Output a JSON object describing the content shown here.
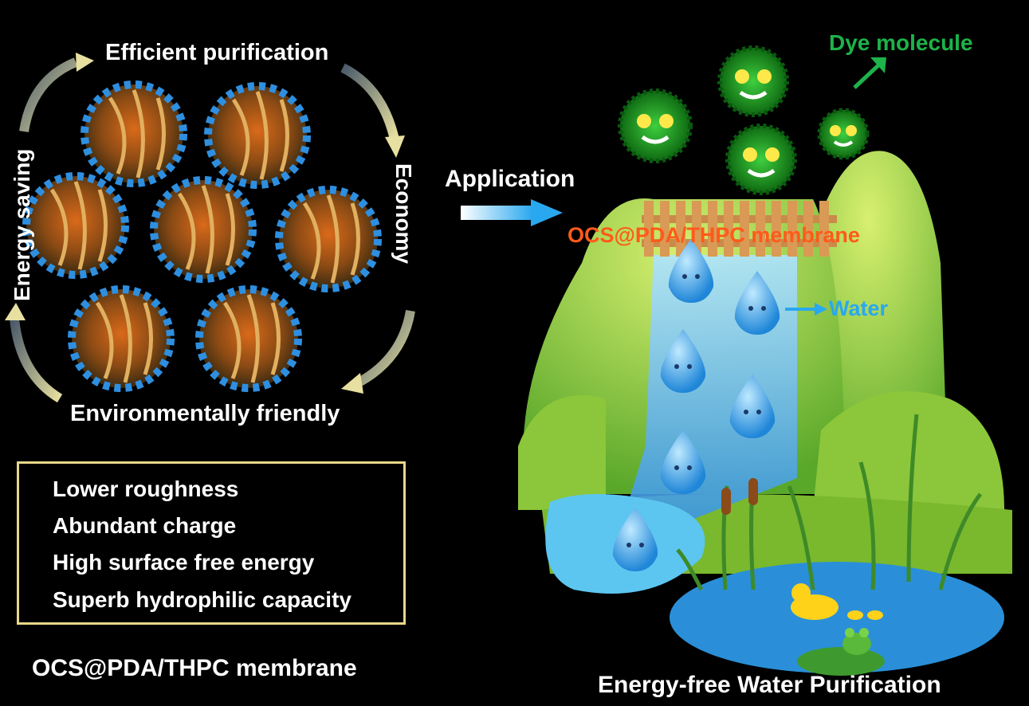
{
  "cycle": {
    "top": "Efficient purification",
    "right": "Economy",
    "bottom": "Environmentally friendly",
    "left": "Energy saving"
  },
  "properties": [
    "Lower roughness",
    "Abundant charge",
    "High surface free energy",
    "Superb hydrophilic capacity"
  ],
  "left_caption": "OCS@PDA/THPC membrane",
  "application_label": "Application",
  "dye_label": "Dye molecule",
  "membrane_label": "OCS@PDA/THPC membrane",
  "water_label": "Water",
  "right_caption": "Energy-free Water Purification",
  "colors": {
    "dye_green": "#1db34a",
    "membrane_orange": "#ff5a1a",
    "water_blue": "#29a8ef",
    "box_border": "#e8d78a"
  }
}
